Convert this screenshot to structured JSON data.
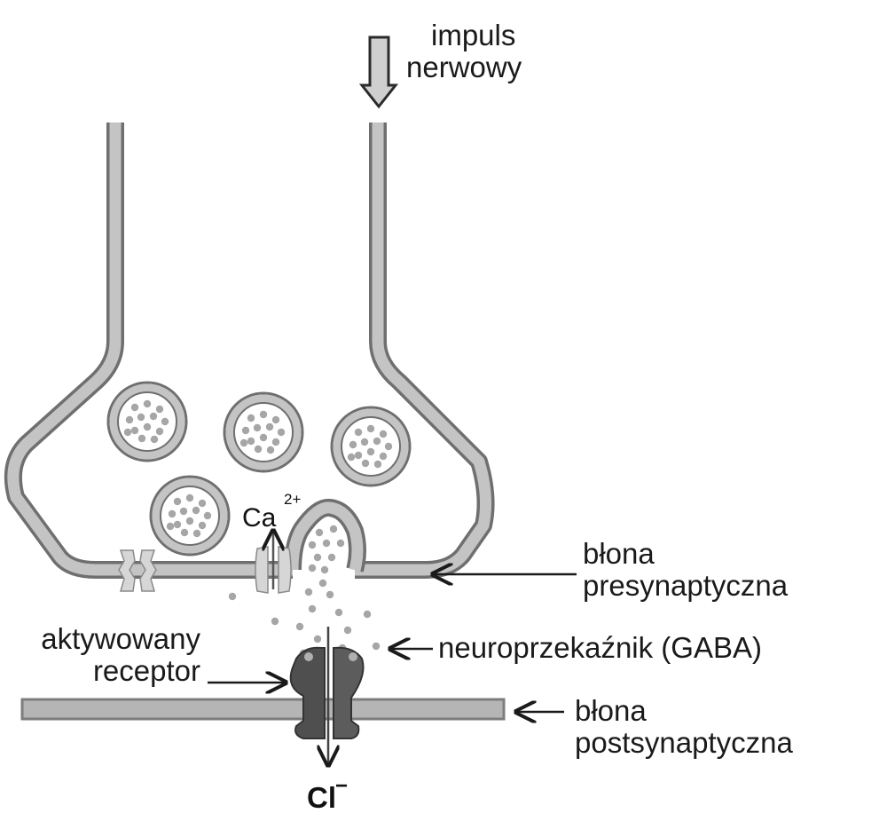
{
  "labels": {
    "impulse_line1": "impuls",
    "impulse_line2": "nerwowy",
    "presyn_line1": "błona",
    "presyn_line2": "presynaptyczna",
    "neurotransmitter": "neuroprzekaźnik (GABA)",
    "receptor_line1": "aktywowany",
    "receptor_line2": "receptor",
    "postsyn_line1": "błona",
    "postsyn_line2": "postsynaptyczna"
  },
  "ions": {
    "calcium": "Ca",
    "calcium_charge": "2+",
    "chloride": "Cl",
    "chloride_charge": "−"
  },
  "colors": {
    "membrane": "#7d7d7d",
    "membrane_fill": "#b9b9b9",
    "vesicle_dot": "#a6a6a6",
    "receptor": "#505050",
    "channel": "#d2d2d2",
    "arrow": "#1a1a1a"
  }
}
